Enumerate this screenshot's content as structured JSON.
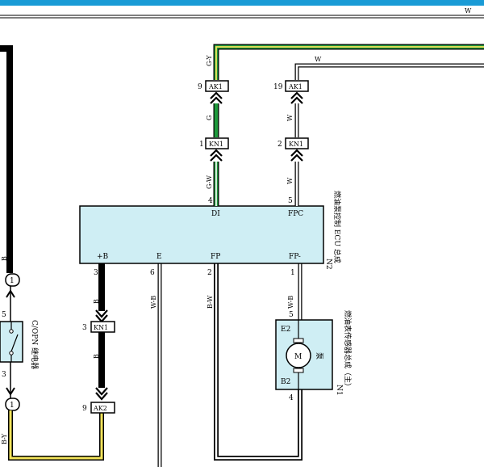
{
  "header": {
    "bar_color": "#1a9bd6",
    "corner_wire_label": "W"
  },
  "colors": {
    "black_wire": "#000000",
    "white_wire": "#ffffff",
    "green_wire": "#1e9a3c",
    "yellow_wire": "#f2e35a",
    "ecu_fill": "#cfeef4",
    "pump_fill": "#cfeef4"
  },
  "ecu": {
    "code": "N2",
    "name": "燃油泵控制 ECU 总成",
    "terminals": {
      "di": "DI",
      "fpc": "FPC",
      "b": "+B",
      "e": "E",
      "fp": "FP",
      "fpm": "FP-"
    },
    "pins": {
      "di": "4",
      "fpc": "5",
      "b": "3",
      "e": "6",
      "fp": "2",
      "fpm": "1"
    }
  },
  "pump": {
    "code": "N1",
    "name": "燃油表传感器总成（主）",
    "motor_symbol": "M",
    "motor_label": "泵",
    "terminals": {
      "top": "E2",
      "bottom": "B2"
    },
    "pins": {
      "top": "5",
      "bottom": "4"
    }
  },
  "relay": {
    "name": "C/OPN 继电器",
    "pins": {
      "top": "5",
      "bottom": "3"
    },
    "splice_top": "1",
    "splice_bottom": "1"
  },
  "connectors": {
    "ak1_left": {
      "name": "AK1",
      "pin": "9"
    },
    "ak1_right": {
      "name": "AK1",
      "pin": "19"
    },
    "kn1_left": {
      "name": "KN1",
      "pin": "1"
    },
    "kn1_right": {
      "name": "KN1",
      "pin": "2"
    },
    "kn1_bottom": {
      "name": "KN1",
      "pin": "3"
    },
    "ak2_bottom": {
      "name": "AK2",
      "pin": "9"
    }
  },
  "wire_labels": {
    "gy": "G-Y",
    "w_top": "W",
    "g": "G",
    "w_mid": "W",
    "gw": "G-W",
    "w_low": "W",
    "b_left": "B",
    "b_mid1": "B",
    "b_mid2": "B",
    "wb_e": "W-B",
    "bw_fp": "B-W",
    "wb_fpm": "W-B",
    "by": "B-Y"
  }
}
